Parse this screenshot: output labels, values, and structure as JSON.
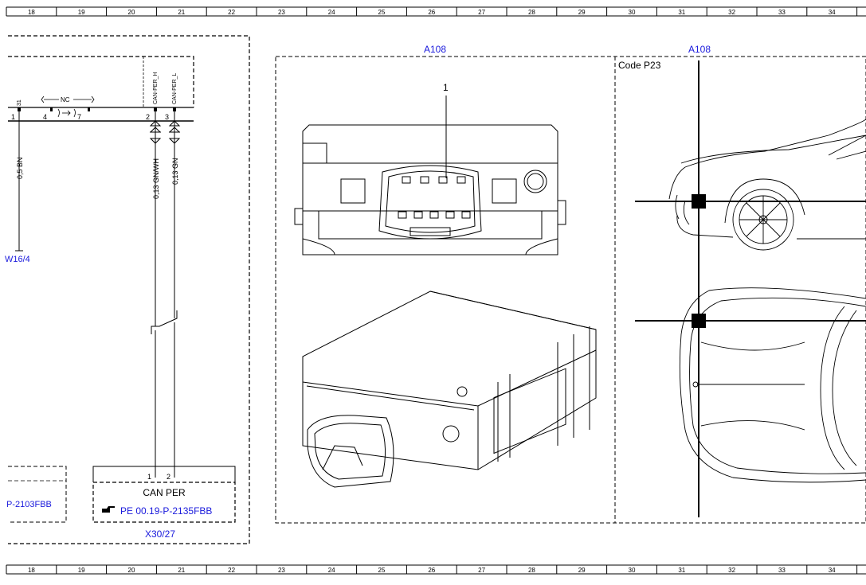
{
  "grid_numbers": [
    "18",
    "19",
    "20",
    "21",
    "22",
    "23",
    "24",
    "25",
    "26",
    "27",
    "28",
    "29",
    "30",
    "31",
    "32",
    "33",
    "34"
  ],
  "wires": {
    "w1": {
      "label": "0,5 BN"
    },
    "w2": {
      "label": "0,13 GN/WH"
    },
    "w3": {
      "label": "0,13 GN"
    }
  },
  "connector_top": {
    "pin_1": "1",
    "pin_31": "31",
    "pin_4": "4",
    "pin_7": "7",
    "pin_2": "2",
    "pin_3": "3",
    "nc_label": "NC",
    "can_per_h": "CAN-PER_H",
    "can_per_l": "CAN-PER_L"
  },
  "ground_ref": "W16/4",
  "left_box_ref": "P-2103FBB",
  "can_box": {
    "pin_1": "1",
    "pin_2": "2",
    "title": "CAN PER",
    "ref": "PE 00.19-P-2135FBB",
    "component": "X30/27"
  },
  "views": {
    "left_label": "A108",
    "right_label": "A108",
    "code": "Code P23",
    "callout": "1"
  },
  "colors": {
    "link_blue": "#1a1adc",
    "line": "#000000"
  }
}
